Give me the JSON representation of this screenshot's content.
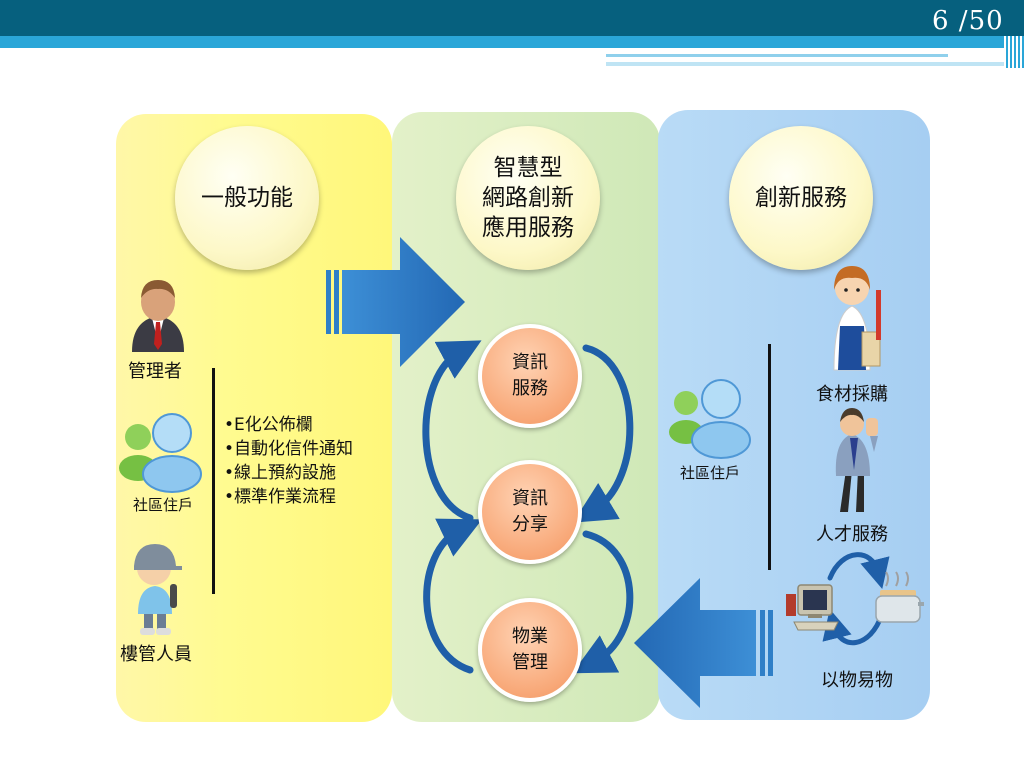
{
  "page": {
    "number": "6 /50"
  },
  "columns": {
    "general": {
      "title": "一般功能"
    },
    "smart": {
      "title": "智慧型\n網路創新\n應用服務"
    },
    "innovation": {
      "title": "創新服務"
    }
  },
  "roles": {
    "manager": "管理者",
    "resident": "社區住戶",
    "building_staff": "樓管人員"
  },
  "general_features": [
    "•E化公佈欄",
    "•自動化信件通知",
    "•線上預約設施",
    "•標準作業流程"
  ],
  "cycle_nodes": [
    {
      "label": "資訊\n服務"
    },
    {
      "label": "資訊\n分享"
    },
    {
      "label": "物業\n管理"
    }
  ],
  "innovation": {
    "resident": "社區住戶",
    "services": [
      "食材採購",
      "人才服務",
      "以物易物"
    ]
  },
  "colors": {
    "header_dark": "#06607e",
    "header_light": "#2aa6d8",
    "panel_yellow": "#fff88f",
    "panel_green": "#d4ebbd",
    "panel_blue": "#acd2f3",
    "arrow_blue": "#2f7fc7",
    "node_orange": "#f8a878"
  },
  "icons": [
    "businessman-icon",
    "users-icon",
    "worker-icon",
    "shopper-icon",
    "professional-icon",
    "computer-icon",
    "toaster-icon"
  ]
}
